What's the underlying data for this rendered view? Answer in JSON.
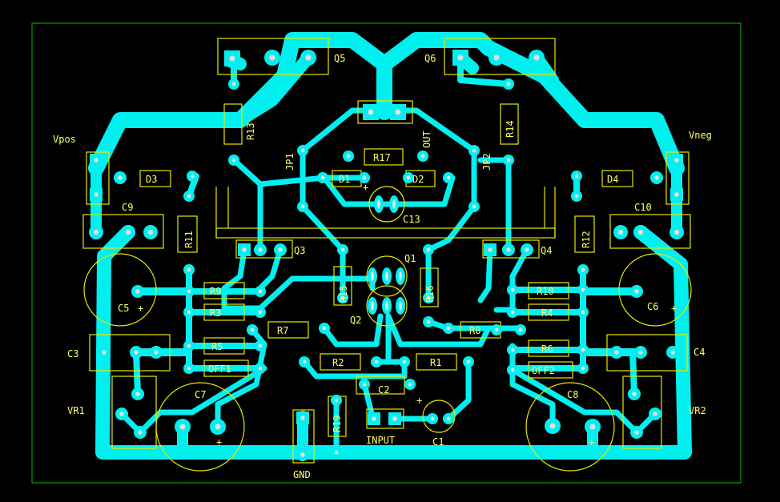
{
  "board": {
    "colors": {
      "background": "#000000",
      "copper": "#00f0f0",
      "silkscreen": "#e8e800",
      "outline": "#00c000",
      "drill": "#e0e0e0"
    },
    "labels": {
      "q5": "Q5",
      "q6": "Q6",
      "q3": "Q3",
      "q4": "Q4",
      "q1": "Q1",
      "q2": "Q2",
      "vpos": "Vpos",
      "vneg": "Vneg",
      "d1": "D1",
      "d2": "D2",
      "d3": "D3",
      "d4": "D4",
      "r1": "R1",
      "r2": "R2",
      "r3": "R3",
      "r4": "R4",
      "r5": "R5",
      "r6": "R6",
      "r7": "R7",
      "r8": "R8",
      "r9": "R9",
      "r10": "R10",
      "r11": "R11",
      "r12": "R12",
      "r13": "R13",
      "r14": "R14",
      "r15": "R15",
      "r16": "R16",
      "r17": "R17",
      "r19": "R19",
      "c1": "C1",
      "c2": "C2",
      "c3": "C3",
      "c4": "C4",
      "c5": "C5",
      "c6": "C6",
      "c7": "C7",
      "c8": "C8",
      "c9": "C9",
      "c10": "C10",
      "c13": "C13",
      "jp1": "JP1",
      "jp2": "JP2",
      "out": "OUT",
      "off1": "OFF1",
      "off2": "OFF2",
      "vr1": "VR1",
      "vr2": "VR2",
      "input": "INPUT",
      "gnd": "GND",
      "plus": "+"
    }
  }
}
